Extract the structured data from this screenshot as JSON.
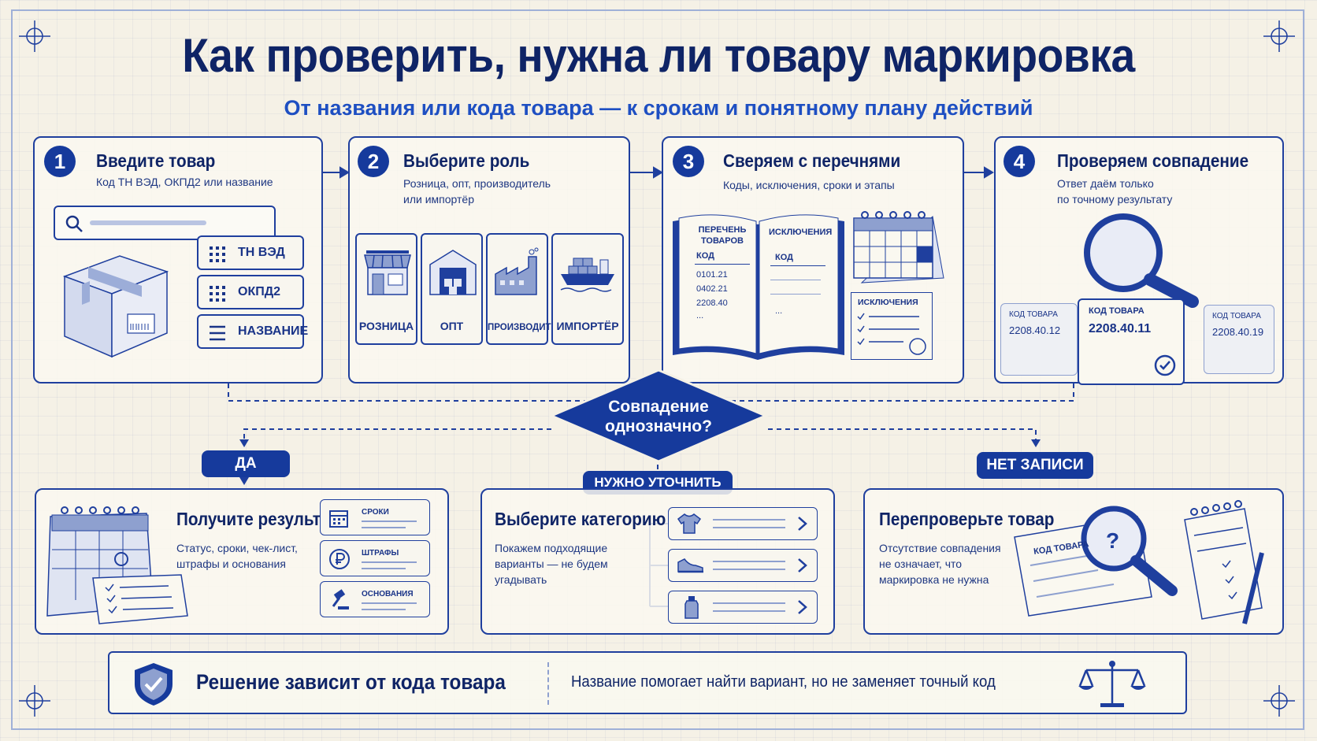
{
  "title": "Как проверить, нужна ли товару маркировка",
  "subtitle": "От названия или кода товара — к срокам и понятному плану действий",
  "steps": [
    {
      "num": "1",
      "title": "Введите товар",
      "text": "Код ТН ВЭД, ОКПД2 или название"
    },
    {
      "num": "2",
      "title": "Выберите роль",
      "text": "Розница, опт, производитель\nили импортёр"
    },
    {
      "num": "3",
      "title": "Сверяем с перечнями",
      "text": "Коды, исключения, сроки и этапы"
    },
    {
      "num": "4",
      "title": "Проверяем совпадение",
      "text": "Ответ даём только\nпо точному результату"
    }
  ],
  "input_tags": [
    "ТН ВЭД",
    "ОКПД2",
    "НАЗВАНИЕ"
  ],
  "roles": [
    "РОЗНИЦА",
    "ОПТ",
    "ПРОИЗВОДИТЕЛЬ",
    "ИМПОРТЁР"
  ],
  "book": {
    "left_title": "ПЕРЕЧЕНЬ\nТОВАРОВ",
    "left_col": "КОД",
    "codes": [
      "0101.21",
      "0402.21",
      "2208.40",
      "..."
    ],
    "right_title": "ИСКЛЮЧЕНИЯ",
    "right_col": "КОД",
    "right_more": "...",
    "doc_title": "ИСКЛЮЧЕНИЯ"
  },
  "match_cards": [
    {
      "label": "КОД ТОВАРА",
      "code": "2208.40.12"
    },
    {
      "label": "КОД ТОВАРА",
      "code": "2208.40.11"
    },
    {
      "label": "КОД ТОВАРА",
      "code": "2208.40.19"
    }
  ],
  "decision": "Совпадение\nоднозначно?",
  "branches": {
    "yes": "ДА",
    "clarify": "НУЖНО УТОЧНИТЬ",
    "none": "НЕТ ЗАПИСИ"
  },
  "results": [
    {
      "title": "Получите результат",
      "text": "Статус, сроки, чек-лист,\nштрафы и основания"
    },
    {
      "title": "Выберите категорию",
      "text": "Покажем подходящие\nварианты — не будем\nугадывать"
    },
    {
      "title": "Перепроверьте товар",
      "text": "Отсутствие совпадения\nне означает, что\nмаркировка не нужна"
    }
  ],
  "result_items": [
    "СРОКИ",
    "ШТРАФЫ",
    "ОСНОВАНИЯ"
  ],
  "recheck_card_label": "КОД ТОВАРА",
  "bottom": {
    "headline": "Решение зависит от кода товара",
    "note": "Название помогает найти вариант, но не заменяет точный код"
  },
  "colors": {
    "primary": "#163a9c",
    "dark": "#0f2466",
    "accent": "#1e4fc2",
    "paper": "#f5f1e6"
  }
}
